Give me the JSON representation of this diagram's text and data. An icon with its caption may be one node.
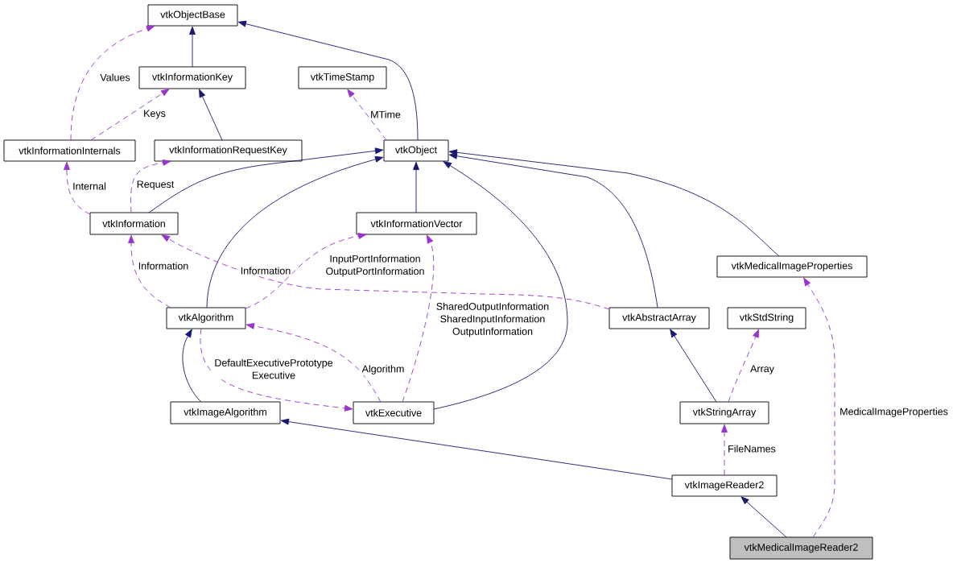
{
  "diagram": {
    "nodes": [
      {
        "text": [
          "vtkObjectBase"
        ]
      },
      {
        "text": [
          "vtkInformationKey"
        ]
      },
      {
        "text": [
          "vtkTimeStamp"
        ]
      },
      {
        "text": [
          "vtkInformationInternals"
        ]
      },
      {
        "text": [
          "vtkInformationRequestKey"
        ]
      },
      {
        "text": [
          "vtkObject"
        ]
      },
      {
        "text": [
          "vtkInformation"
        ]
      },
      {
        "text": [
          "vtkInformationVector"
        ]
      },
      {
        "text": [
          "vtkMedicalImageProperties"
        ]
      },
      {
        "text": [
          "vtkAlgorithm"
        ]
      },
      {
        "text": [
          "vtkAbstractArray"
        ]
      },
      {
        "text": [
          "vtkStdString"
        ]
      },
      {
        "text": [
          "vtkImageAlgorithm"
        ]
      },
      {
        "text": [
          "vtkExecutive"
        ]
      },
      {
        "text": [
          "vtkStringArray"
        ]
      },
      {
        "text": [
          "vtkImageReader2"
        ]
      },
      {
        "text": [
          "vtkMedicalImageReader2"
        ]
      }
    ],
    "edges": [
      {
        "from": 1,
        "to": 0,
        "arrow": "to",
        "color": "#191970"
      },
      {
        "from": 5,
        "to": 0,
        "arrow": "to",
        "color": "#191970"
      },
      {
        "from": 4,
        "to": 1,
        "arrow": "to",
        "color": "#191970"
      },
      {
        "from": 3,
        "to": 0,
        "arrow": "to",
        "label": "Values",
        "style": "dashed",
        "color": "#9a32cd"
      },
      {
        "from": 3,
        "to": 1,
        "arrow": "to",
        "label": "Keys",
        "style": "dashed",
        "color": "#9a32cd"
      },
      {
        "from": 5,
        "to": 2,
        "arrow": "to",
        "label": "MTime",
        "style": "dashed",
        "color": "#9a32cd"
      },
      {
        "from": 6,
        "to": 3,
        "arrow": "to",
        "label": "Internal",
        "style": "dashed",
        "color": "#9a32cd"
      },
      {
        "from": 6,
        "to": 4,
        "arrow": "to",
        "label": "Request",
        "style": "dashed",
        "color": "#9a32cd"
      },
      {
        "from": 6,
        "to": 5,
        "arrow": "to",
        "color": "#191970"
      },
      {
        "from": 9,
        "to": 5,
        "arrow": "to",
        "color": "#191970"
      },
      {
        "from": 7,
        "to": 5,
        "arrow": "to",
        "color": "#191970"
      },
      {
        "from": 13,
        "to": 5,
        "arrow": "to",
        "color": "#191970"
      },
      {
        "from": 10,
        "to": 5,
        "arrow": "to",
        "color": "#191970"
      },
      {
        "from": 8,
        "to": 5,
        "arrow": "to",
        "color": "#191970"
      },
      {
        "from": 9,
        "to": 6,
        "arrow": "to",
        "label": "Information",
        "style": "dashed",
        "color": "#9a32cd"
      },
      {
        "from": 10,
        "to": 6,
        "arrow": "to",
        "label": "Information",
        "style": "dashed",
        "color": "#9a32cd"
      },
      {
        "from": 9,
        "to": 7,
        "arrow": "to",
        "label": "InputPortInformation OutputPortInformation",
        "style": "dashed",
        "color": "#9a32cd"
      },
      {
        "from": 13,
        "to": 7,
        "arrow": "to",
        "label": "SharedOutputInformation SharedInputInformation OutputInformation",
        "style": "dashed",
        "color": "#9a32cd"
      },
      {
        "from": 13,
        "to": 9,
        "arrow": "to",
        "label": "Algorithm",
        "style": "dashed",
        "color": "#9a32cd"
      },
      {
        "from": 9,
        "to": 13,
        "arrow": "to",
        "label": "DefaultExecutivePrototype Executive",
        "style": "dashed",
        "color": "#9a32cd"
      },
      {
        "from": 12,
        "to": 9,
        "arrow": "to",
        "color": "#191970"
      },
      {
        "from": 14,
        "to": 10,
        "arrow": "to",
        "color": "#191970"
      },
      {
        "from": 14,
        "to": 11,
        "arrow": "to",
        "label": "Array",
        "style": "dashed",
        "color": "#9a32cd"
      },
      {
        "from": 15,
        "to": 14,
        "arrow": "to",
        "label": "FileNames",
        "style": "dashed",
        "color": "#9a32cd"
      },
      {
        "from": 16,
        "to": 8,
        "arrow": "to",
        "label": "MedicalImageProperties",
        "style": "dashed",
        "color": "#9a32cd"
      },
      {
        "from": 15,
        "to": 12,
        "arrow": "to",
        "color": "#191970"
      },
      {
        "from": 16,
        "to": 15,
        "arrow": "to",
        "color": "#191970"
      }
    ]
  }
}
